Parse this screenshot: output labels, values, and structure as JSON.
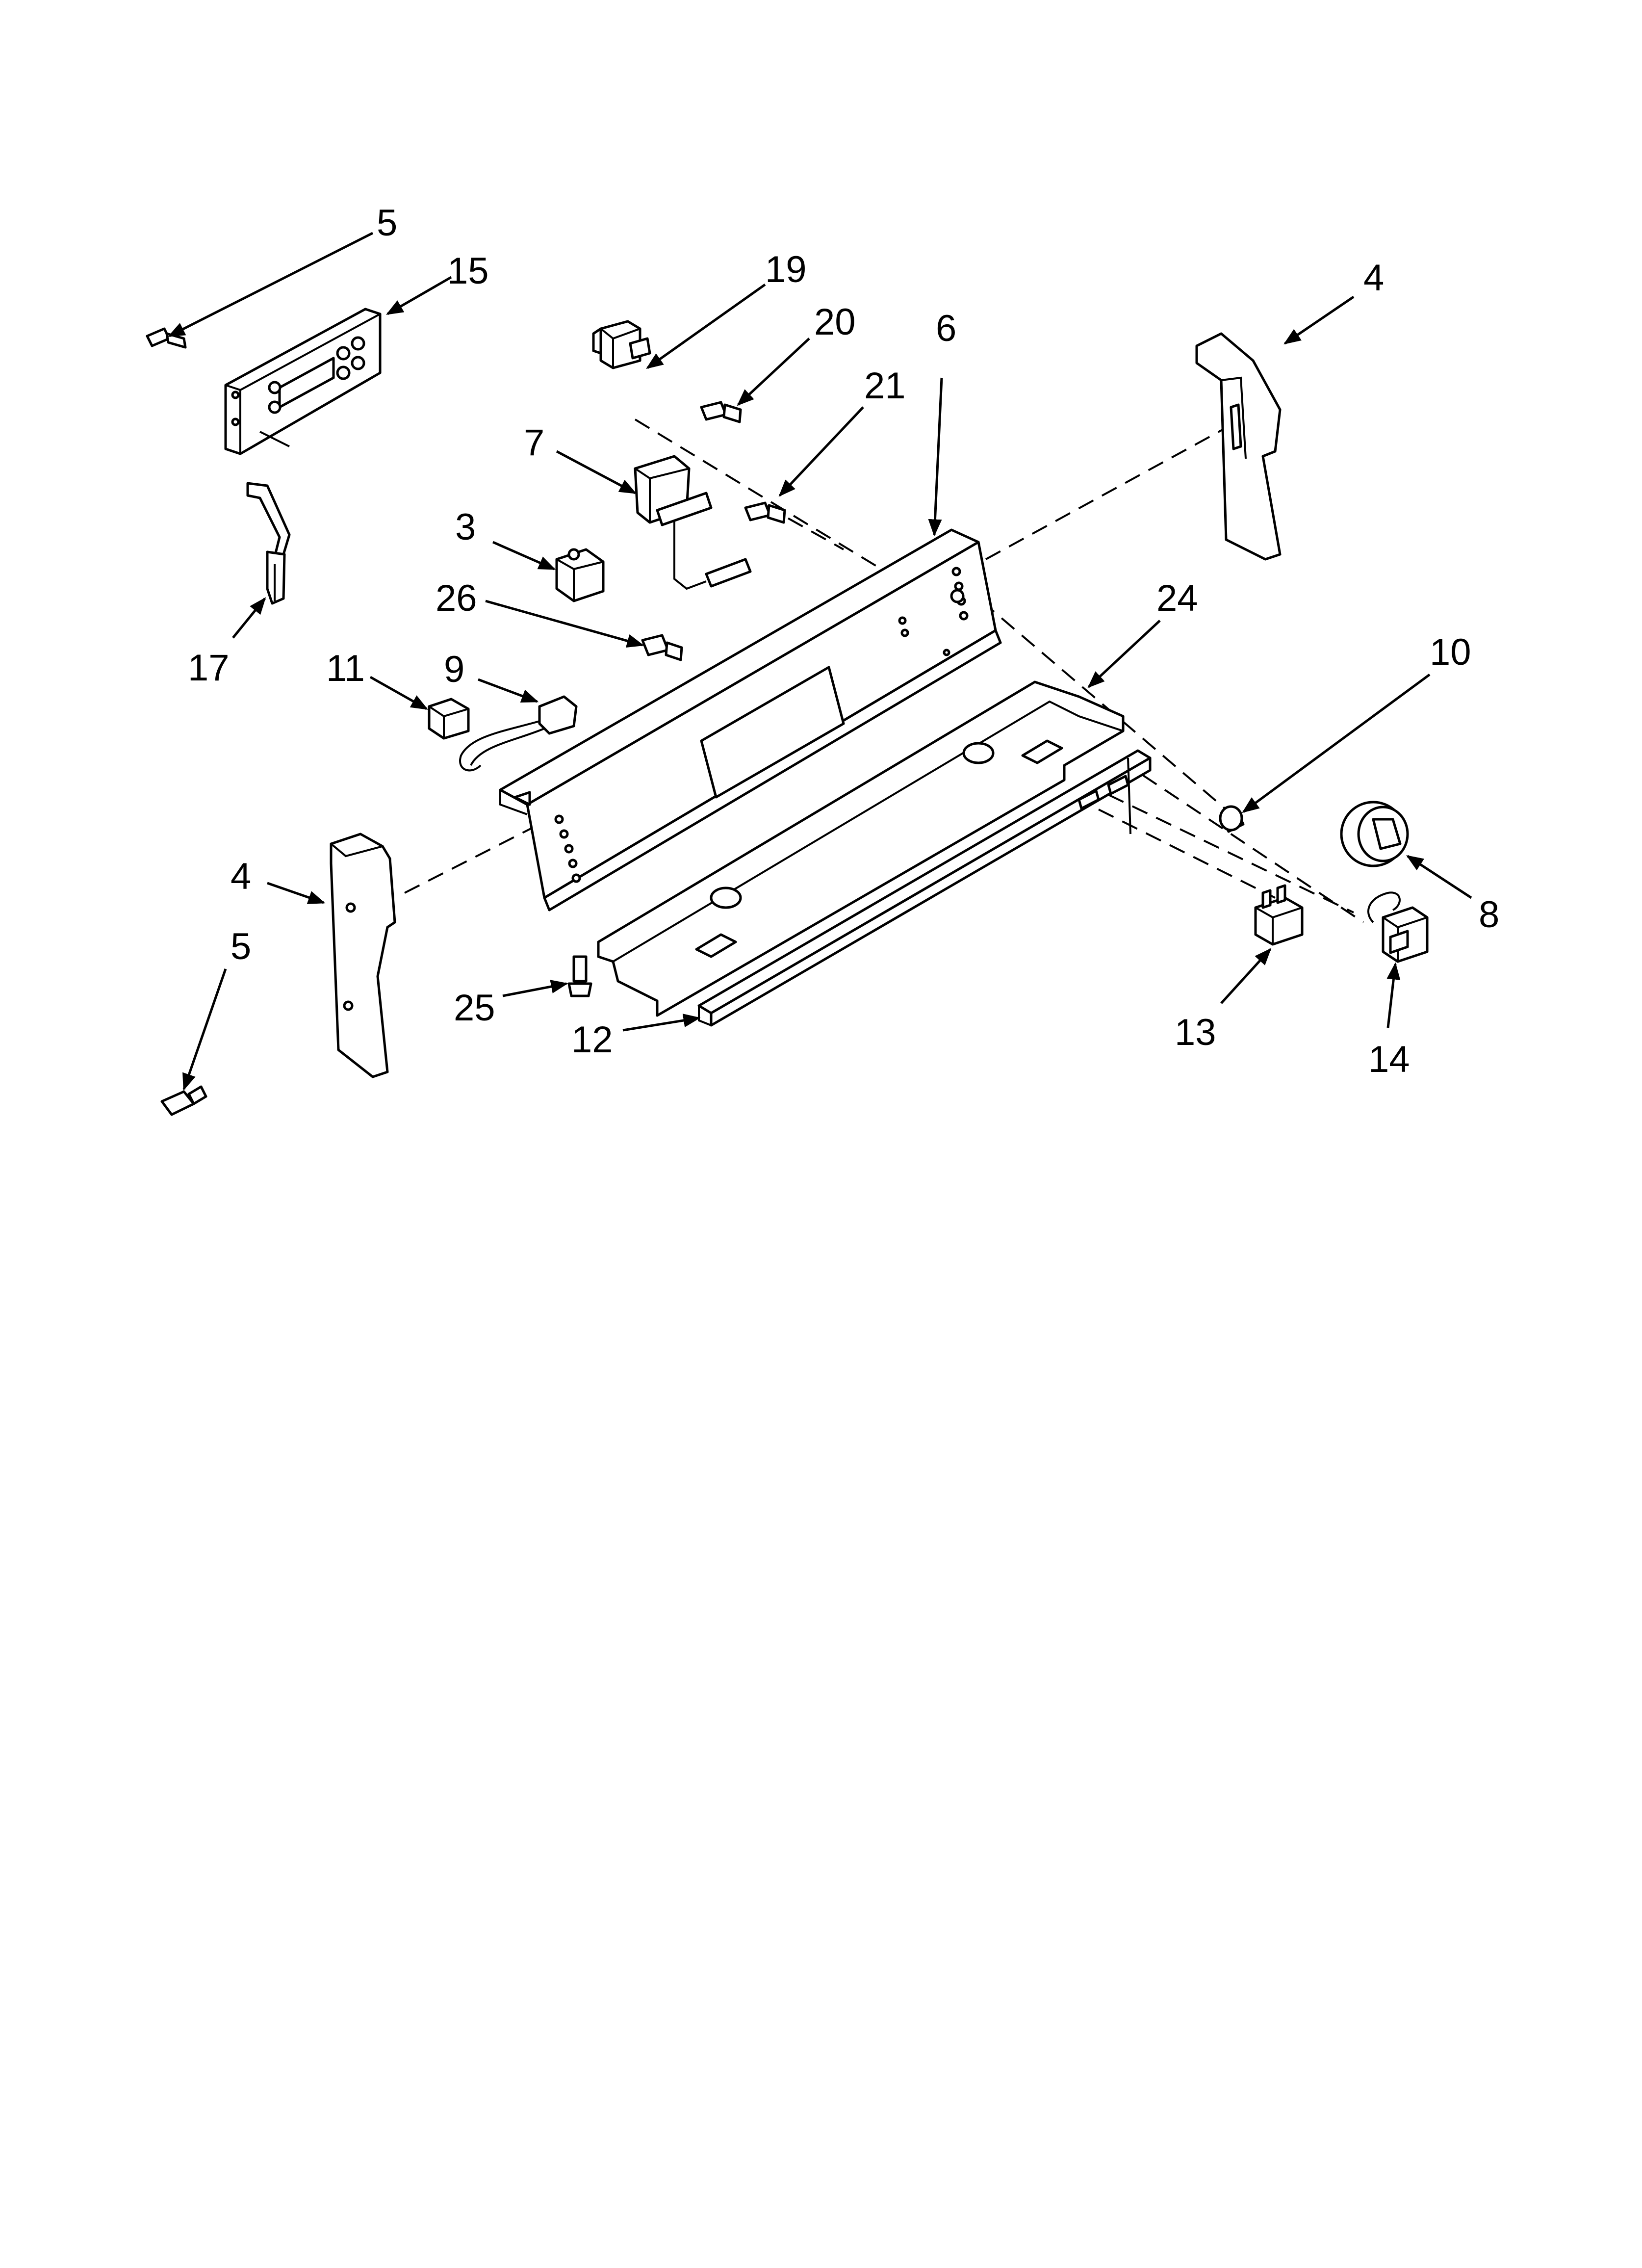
{
  "diagram": {
    "callouts": [
      {
        "id": "c5a",
        "label": "5"
      },
      {
        "id": "c15",
        "label": "15"
      },
      {
        "id": "c19",
        "label": "19"
      },
      {
        "id": "c20",
        "label": "20"
      },
      {
        "id": "c21",
        "label": "21"
      },
      {
        "id": "c6",
        "label": "6"
      },
      {
        "id": "c4a",
        "label": "4"
      },
      {
        "id": "c7",
        "label": "7"
      },
      {
        "id": "c3",
        "label": "3"
      },
      {
        "id": "c26",
        "label": "26"
      },
      {
        "id": "c17",
        "label": "17"
      },
      {
        "id": "c11",
        "label": "11"
      },
      {
        "id": "c9",
        "label": "9"
      },
      {
        "id": "c24",
        "label": "24"
      },
      {
        "id": "c10",
        "label": "10"
      },
      {
        "id": "c8",
        "label": "8"
      },
      {
        "id": "c4b",
        "label": "4"
      },
      {
        "id": "c5b",
        "label": "5"
      },
      {
        "id": "c25",
        "label": "25"
      },
      {
        "id": "c12",
        "label": "12"
      },
      {
        "id": "c13",
        "label": "13"
      },
      {
        "id": "c14",
        "label": "14"
      }
    ]
  }
}
